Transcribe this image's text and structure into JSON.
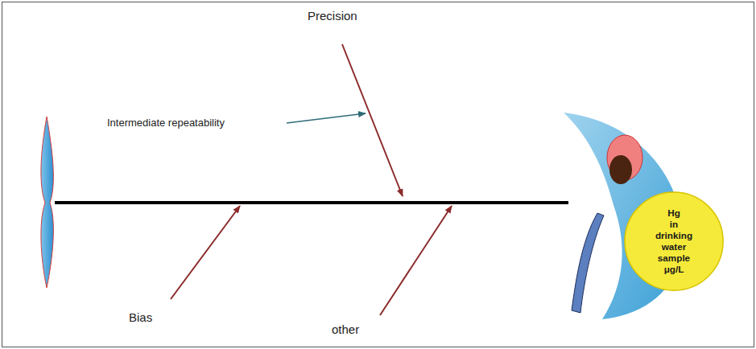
{
  "diagram": {
    "nodes": [
      {
        "text": [
          "Hg in drinking water sample μg/L"
        ]
      }
    ],
    "labels": [
      "Precision",
      "Intermediate repeatability",
      "Bias",
      "other"
    ]
  }
}
